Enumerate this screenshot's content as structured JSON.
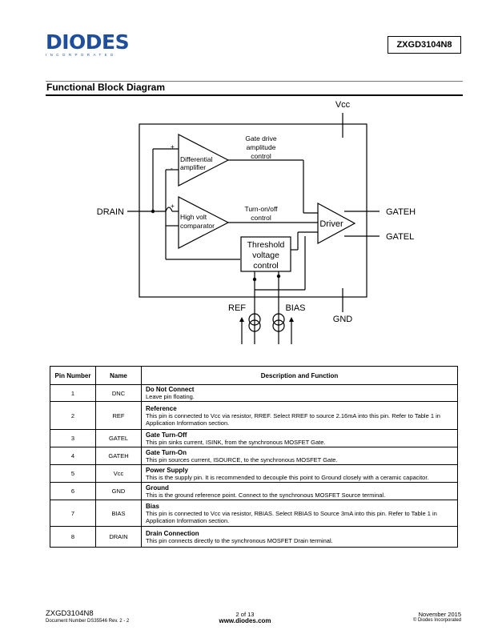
{
  "header": {
    "logo_text": "DIODES",
    "logo_sub": "INCORPORATED",
    "part_number": "ZXGD3104N8"
  },
  "section": {
    "title": "Functional Block Diagram"
  },
  "diagram": {
    "vcc": "Vcc",
    "drain": "DRAIN",
    "gateh": "GATEH",
    "gatel": "GATEL",
    "ref": "REF",
    "bias": "BIAS",
    "gnd": "GND",
    "plus1": "+",
    "minus1": "-",
    "plus2": "+",
    "minus2": "-",
    "diff_amp": [
      "Differential",
      "amplifier"
    ],
    "hv_comp": [
      "High volt",
      "comparator"
    ],
    "gate_drive": [
      "Gate drive",
      "amplitude",
      "control"
    ],
    "turn_onoff": [
      "Turn-on/off",
      "control"
    ],
    "driver": "Driver",
    "threshold": [
      "Threshold",
      "voltage",
      "control"
    ]
  },
  "table": {
    "headers": [
      "Pin Number",
      "Name",
      "Description and Function"
    ],
    "rows": [
      {
        "num": "1",
        "name": "DNC",
        "title": "Do Not Connect",
        "desc": "Leave pin floating."
      },
      {
        "num": "2",
        "name": "REF",
        "title": "Reference",
        "desc": "This pin is connected to Vcc via resistor, RREF. Select RREF to source 2.16mA into this pin. Refer to Table 1 in Application Information section."
      },
      {
        "num": "3",
        "name": "GATEL",
        "title": "Gate Turn-Off",
        "desc": "This pin sinks current, ISINK, from the synchronous MOSFET Gate."
      },
      {
        "num": "4",
        "name": "GATEH",
        "title": "Gate Turn-On",
        "desc": "This pin sources current, ISOURCE, to the synchronous MOSFET Gate."
      },
      {
        "num": "5",
        "name": "Vcc",
        "title": "Power Supply",
        "desc": "This is the supply pin. It is recommended to decouple this point to Ground closely with a ceramic capacitor."
      },
      {
        "num": "6",
        "name": "GND",
        "title": "Ground",
        "desc": "This is the ground reference point. Connect to the synchronous MOSFET Source terminal."
      },
      {
        "num": "7",
        "name": "BIAS",
        "title": "Bias",
        "desc": "This pin is connected to Vcc via resistor, RBIAS. Select RBIAS to Source 3mA into this pin. Refer to Table 1 in Application Information section."
      },
      {
        "num": "8",
        "name": "DRAIN",
        "title": "Drain Connection",
        "desc": "This pin connects directly to the synchronous MOSFET Drain terminal."
      }
    ]
  },
  "footer": {
    "part": "ZXGD3104N8",
    "doc_number": "Document Number DS35546 Rev. 2 - 2",
    "page": "2 of 13",
    "site": "www.diodes.com",
    "date": "November 2015",
    "copyright": "© Diodes Incorporated"
  }
}
